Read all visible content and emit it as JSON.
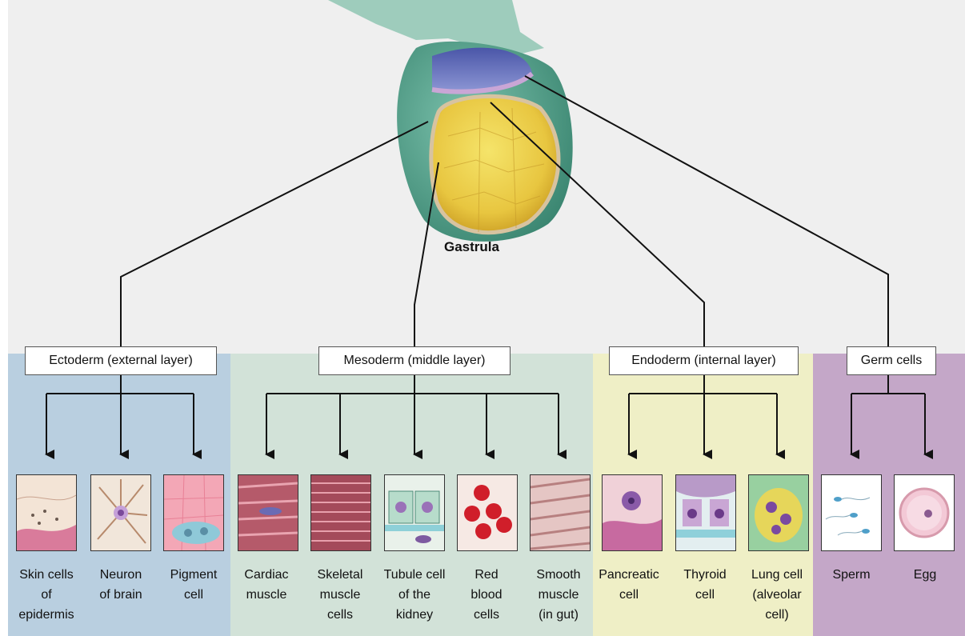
{
  "gastrula_label": "Gastrula",
  "layers": {
    "ectoderm": "Ectoderm (external layer)",
    "mesoderm": "Mesoderm (middle layer)",
    "endoderm": "Endoderm (internal layer)",
    "germ": "Germ cells"
  },
  "cells": {
    "skin": "Skin cells\nof\nepidermis",
    "neuron": "Neuron\nof brain",
    "pigment": "Pigment\ncell",
    "cardiac": "Cardiac\nmuscle",
    "skeletal": "Skeletal\nmuscle\ncells",
    "tubule": "Tubule cell\nof the\nkidney",
    "rbc": "Red\nblood\ncells",
    "smooth": "Smooth\nmuscle\n(in gut)",
    "pancreatic": "Pancreatic\ncell",
    "thyroid": "Thyroid\ncell",
    "lung": "Lung cell\n(alveolar\ncell)",
    "sperm": "Sperm",
    "egg": "Egg"
  },
  "colors": {
    "ectoderm_band": "#b9cfe0",
    "mesoderm_band": "#d2e2d8",
    "endoderm_band": "#efefc6",
    "germ_band": "#c4a7c8",
    "gastrula_green": "#4e9b86",
    "yolk": "#e8c640"
  }
}
